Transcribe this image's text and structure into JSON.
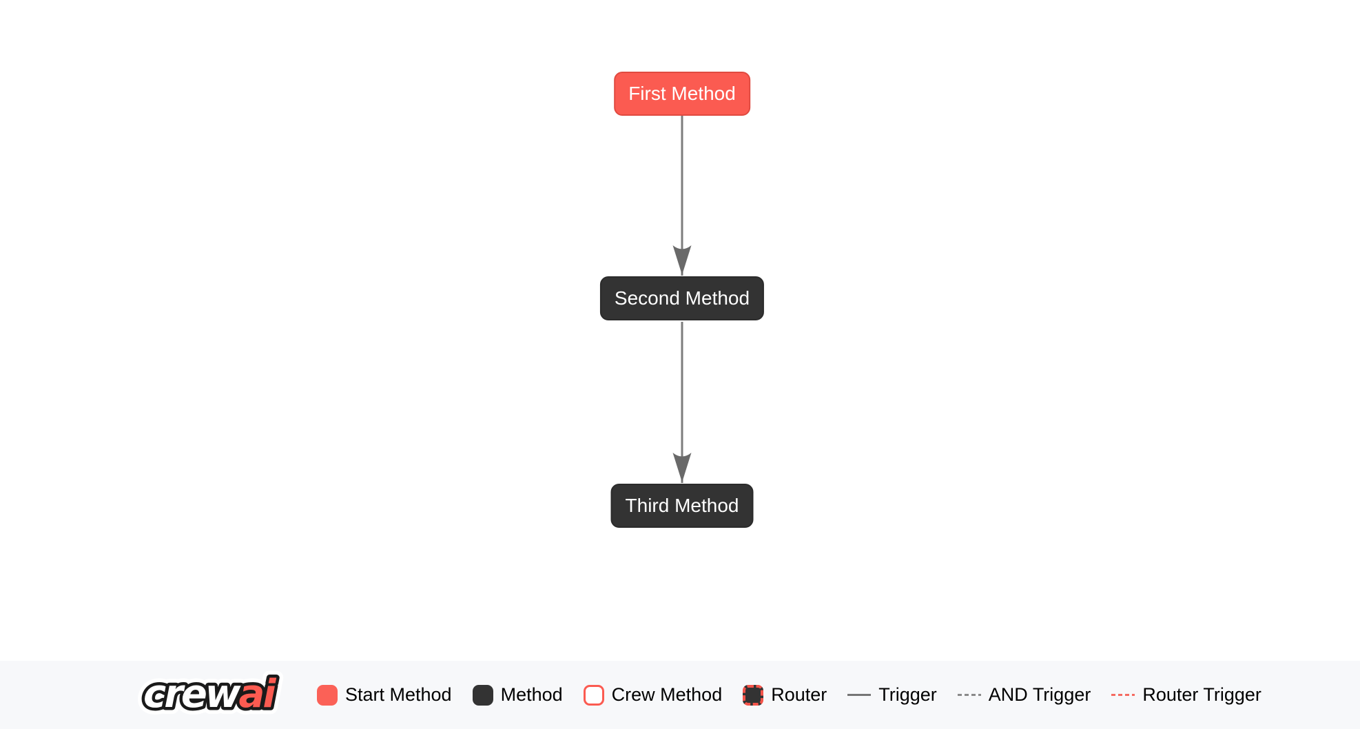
{
  "diagram": {
    "nodes": [
      {
        "label": "First Method",
        "type": "start-method"
      },
      {
        "label": "Second Method",
        "type": "method"
      },
      {
        "label": "Third Method",
        "type": "method"
      }
    ],
    "edges": [
      {
        "from": "First Method",
        "to": "Second Method",
        "type": "trigger"
      },
      {
        "from": "Second Method",
        "to": "Third Method",
        "type": "trigger"
      }
    ]
  },
  "legend": {
    "logo": {
      "full": "crewai",
      "crew": "crew",
      "ai": "ai"
    },
    "items": [
      {
        "label": "Start Method",
        "swatch": "start-method-swatch"
      },
      {
        "label": "Method",
        "swatch": "method-swatch"
      },
      {
        "label": "Crew Method",
        "swatch": "crew-method-swatch"
      },
      {
        "label": "Router",
        "swatch": "router-swatch"
      },
      {
        "label": "Trigger",
        "swatch": "trigger-line"
      },
      {
        "label": "AND Trigger",
        "swatch": "and-trigger-line"
      },
      {
        "label": "Router Trigger",
        "swatch": "router-trigger-line"
      }
    ]
  },
  "colors": {
    "start_method_fill": "#FB5B51",
    "start_method_border": "#E04A40",
    "method_fill": "#333333",
    "node_text": "#FFFFFF",
    "edge_line": "#7C7C7C",
    "edge_arrow": "#696969",
    "router_trigger_dash": "#F56B61",
    "legend_bg": "#F7F8FA",
    "legend_text": "#000000"
  }
}
